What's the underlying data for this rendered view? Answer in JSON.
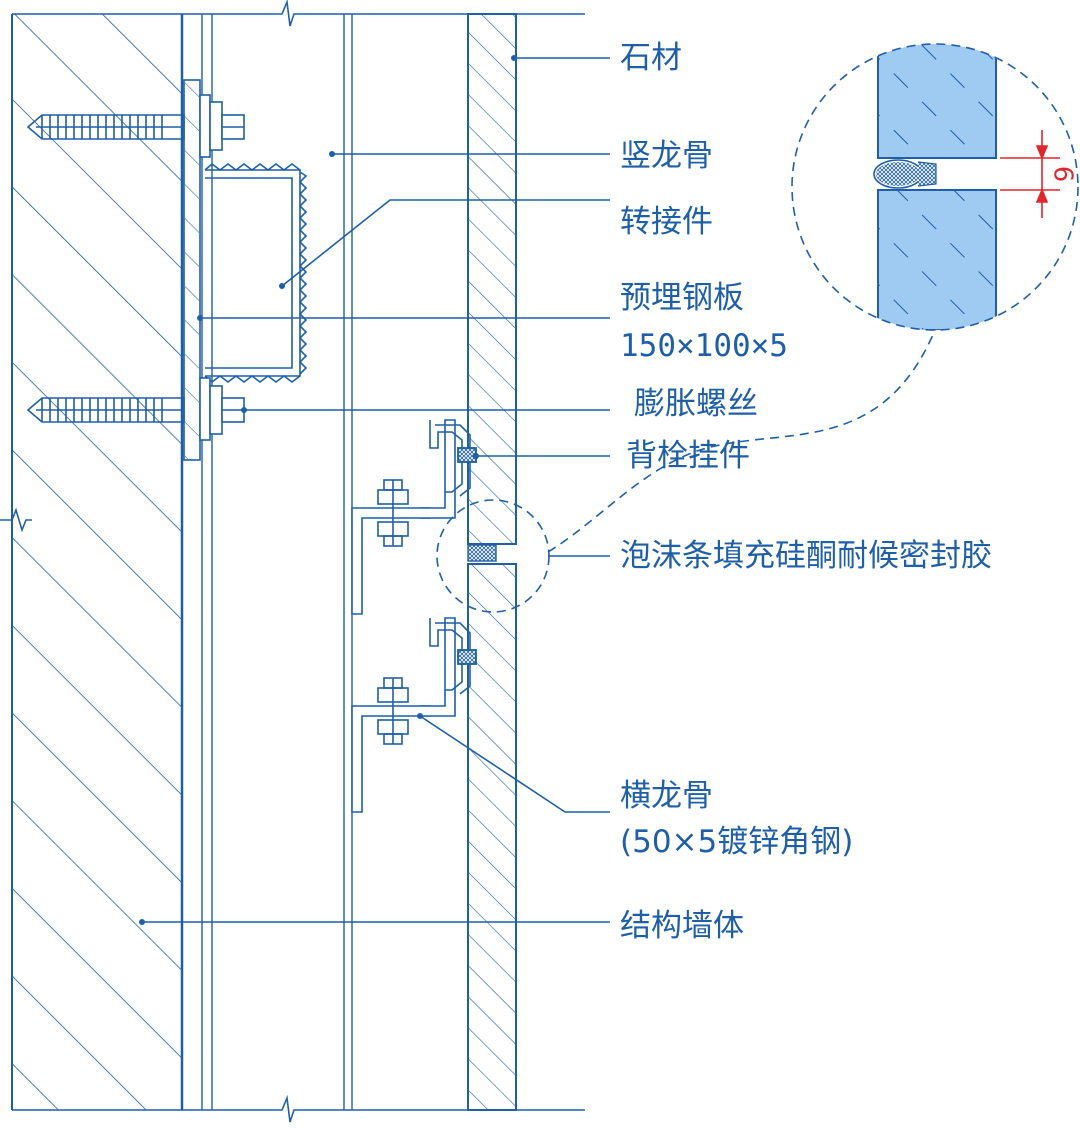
{
  "colors": {
    "line": "#1f5fa8",
    "stone_fill": "#9fcaf2",
    "dimension": "#e0262d",
    "background": "#ffffff"
  },
  "labels": {
    "stone": "石材",
    "vertical_keel": "竖龙骨",
    "adapter": "转接件",
    "embedded_plate_name": "预埋钢板",
    "embedded_plate_size": "150×100×5",
    "expansion_bolt": "膨胀螺丝",
    "back_bolt_hanger": "背栓挂件",
    "sealant": "泡沫条填充硅酮耐候密封胶",
    "horizontal_keel_name": "横龙骨",
    "horizontal_keel_spec": "(50×5镀锌角钢)",
    "structural_wall": "结构墙体"
  },
  "detail": {
    "gap_dimension": "6"
  }
}
